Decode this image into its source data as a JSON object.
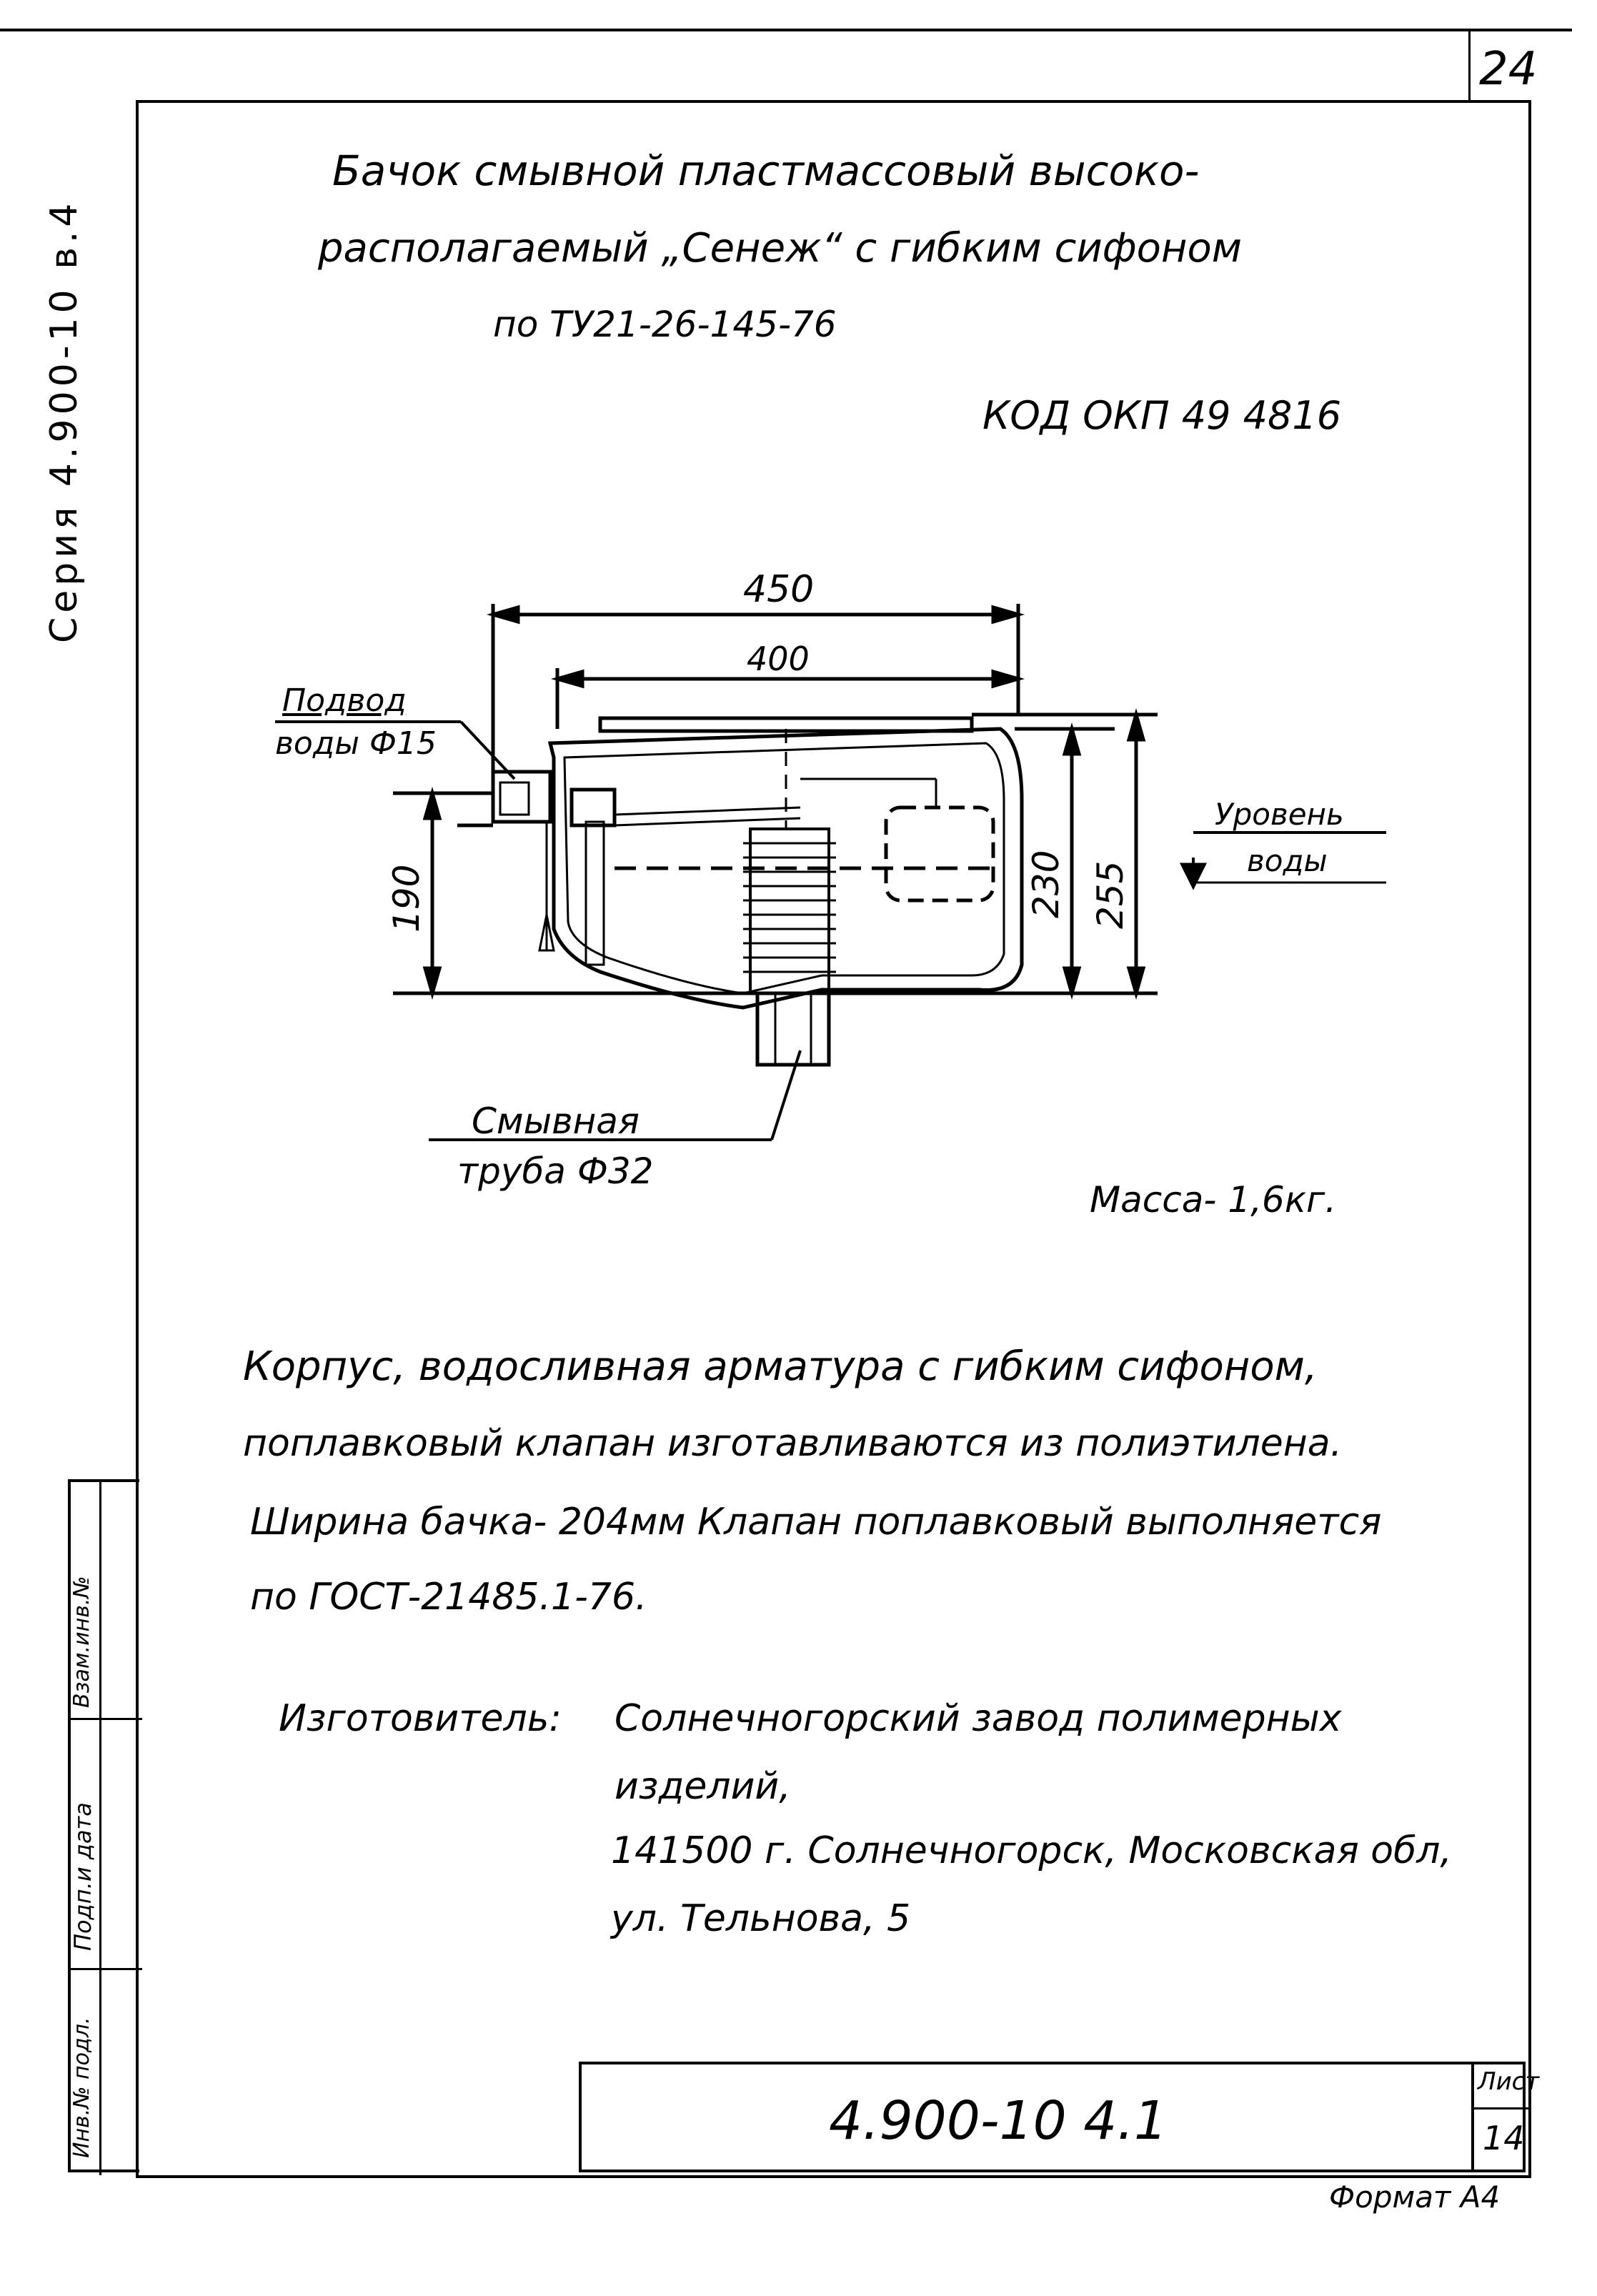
{
  "sheet_corner_number": "24",
  "series_label": "Серия 4.900-10 в.4",
  "title": {
    "line1": "Бачок смывной пластмассовый высоко-",
    "line2": "располагаемый „Сенеж“ с гибким сифоном",
    "line3": "по ТУ21-26-145-76"
  },
  "okp_code": "КОД ОКП 49 4816",
  "drawing": {
    "dim_450": "450",
    "dim_400": "400",
    "dim_190": "190",
    "dim_230": "230",
    "dim_255": "255",
    "water_supply_line1": "Подвод",
    "water_supply_line2": "воды Ф15",
    "water_level_line1": "Уровень",
    "water_level_line2": "воды",
    "flush_pipe_line1": "Смывная",
    "flush_pipe_line2": "труба Ф32"
  },
  "mass": "Масса- 1,6кг.",
  "description": {
    "line1": "Корпус, водосливная арматура с гибким сифоном,",
    "line2": "поплавковый клапан изготавливаются из полиэтилена.",
    "line3": "Ширина бачка- 204мм Клапан поплавковый выполняется",
    "line4": "по ГОСТ-21485.1-76."
  },
  "manufacturer": {
    "label": "Изготовитель:",
    "line1": "Солнечногорский завод полимерных",
    "line2": "изделий,",
    "line3": "141500 г. Солнечногорск, Московская обл,",
    "line4": "ул. Тельнова, 5"
  },
  "stamp": {
    "document_code": "4.900-10 4.1",
    "sheet_label": "Лист",
    "sheet_number": "14"
  },
  "side_stamp": {
    "cell1": "Взам.инв.№",
    "cell2": "Подп.и дата",
    "cell3": "Инв.№ подл."
  },
  "format_label": "Формат А4"
}
